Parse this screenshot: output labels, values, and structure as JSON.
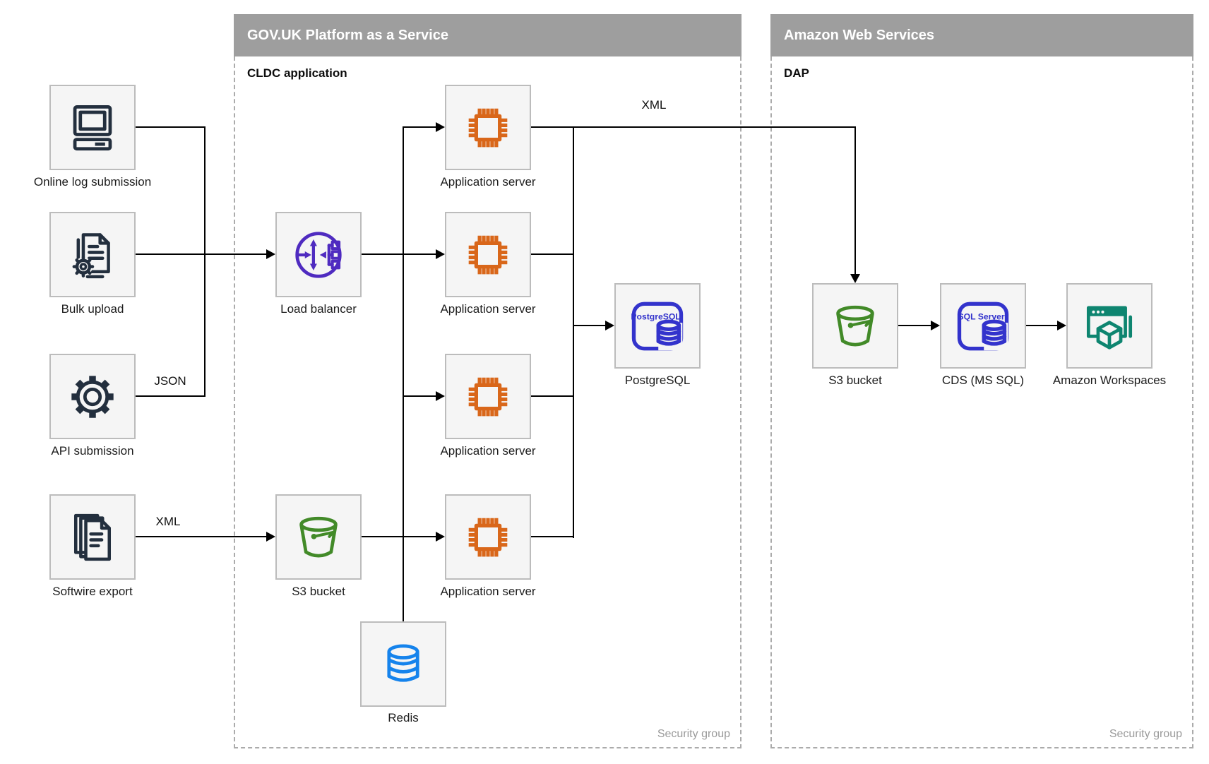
{
  "diagram": {
    "containers": {
      "govuk": {
        "title": "GOV.UK Platform as a Service",
        "sublabel": "CLDC application",
        "footer": "Security group"
      },
      "aws": {
        "title": "Amazon Web Services",
        "sublabel": "DAP",
        "footer": "Security group"
      }
    },
    "nodes": {
      "online_log": {
        "label": "Online log submission",
        "icon": "desktop-computer"
      },
      "bulk_upload": {
        "label": "Bulk upload",
        "icon": "document-with-gear"
      },
      "api_submission": {
        "label": "API submission",
        "icon": "gear"
      },
      "softwire_export": {
        "label": "Softwire export",
        "icon": "stacked-documents"
      },
      "load_balancer": {
        "label": "Load balancer",
        "icon": "elastic-load-balancer"
      },
      "s3_mid": {
        "label": "S3 bucket",
        "icon": "s3-bucket"
      },
      "redis": {
        "label": "Redis",
        "icon": "database-cylinder"
      },
      "app_server_1": {
        "label": "Application server",
        "icon": "cpu-chip"
      },
      "app_server_2": {
        "label": "Application server",
        "icon": "cpu-chip"
      },
      "app_server_3": {
        "label": "Application server",
        "icon": "cpu-chip"
      },
      "app_server_4": {
        "label": "Application server",
        "icon": "cpu-chip"
      },
      "postgresql": {
        "label": "PostgreSQL",
        "icon": "postgresql-database",
        "icon_text": "PostgreSQL"
      },
      "aws_s3": {
        "label": "S3 bucket",
        "icon": "s3-bucket"
      },
      "cds": {
        "label": "CDS (MS SQL)",
        "icon": "sql-server-database",
        "icon_text": "SQL Server"
      },
      "workspaces": {
        "label": "Amazon Workspaces",
        "icon": "browser-window-cube"
      }
    },
    "edge_labels": {
      "json": "JSON",
      "xml_softwire": "XML",
      "xml_to_aws": "XML"
    },
    "colors": {
      "header_gray": "#9e9e9e",
      "container_dash": "#ababab",
      "box_fill": "#f5f5f5",
      "box_border": "#bcbcbc",
      "icon_navy": "#232f3e",
      "icon_orange": "#d9671a",
      "icon_purple": "#4f2bc0",
      "icon_green": "#428a28",
      "icon_indigo": "#3333cc",
      "icon_teal": "#0e8570",
      "icon_redis_blue": "#1583ec",
      "edge_black": "#000000",
      "security_text_gray": "#9a9a9a"
    }
  }
}
